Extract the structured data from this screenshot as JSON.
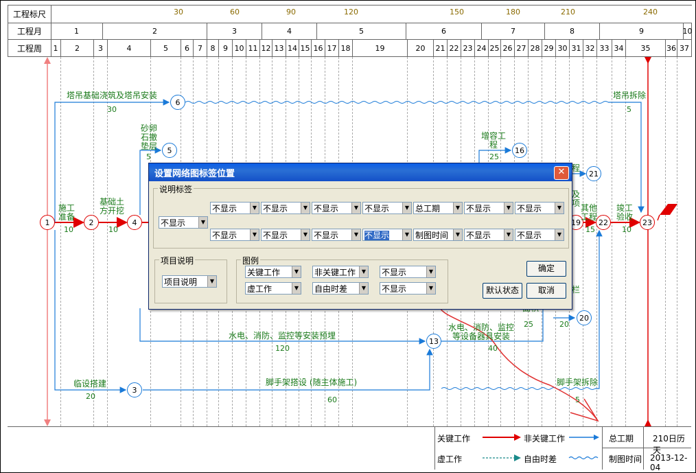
{
  "header": {
    "row1_label": "工程标尺",
    "row2_label": "工程月",
    "row3_label": "工程周",
    "scale_ticks": [
      "30",
      "60",
      "90",
      "120",
      "150",
      "180",
      "210",
      "240"
    ],
    "months": [
      "1",
      "2",
      "3",
      "4",
      "5",
      "6",
      "7",
      "8",
      "9",
      "10"
    ],
    "weeks": [
      "1",
      "2",
      "3",
      "4",
      "5",
      "6",
      "7",
      "8",
      "9",
      "10",
      "11",
      "12",
      "13",
      "14",
      "15",
      "16",
      "17",
      "18",
      "19",
      "20",
      "21",
      "22",
      "23",
      "24",
      "25",
      "26",
      "27",
      "28",
      "29",
      "30",
      "31",
      "32",
      "33",
      "34",
      "35",
      "36",
      "37"
    ]
  },
  "nodes": [
    "1",
    "2",
    "3",
    "4",
    "5",
    "6",
    "13",
    "16",
    "19",
    "20",
    "21",
    "22",
    "23"
  ],
  "activities": {
    "a1_name": "施工\n准备",
    "a1_dur": "10",
    "a2_name": "基础土\n方开挖",
    "a2_dur": "10",
    "a3_name": "塔吊基础浇筑及塔吊安装",
    "a3_dur": "30",
    "a4_name": "砂卵\n石撤\n垫层",
    "a4_dur": "5",
    "a5_name": "塔吊拆除",
    "a5_dur": "5",
    "a6_name": "增容工\n程",
    "a6_dur": "25",
    "a7_name": "其他\n工程",
    "a7_dur": "15",
    "a8_name": "竣工\n验收",
    "a8_dur": "10",
    "a9_name": "水电、消防、监控等安装预埋",
    "a9_dur": "120",
    "a10_name": "水电、消防、监控\n等设备器具安装",
    "a10_dur": "40",
    "a11_name": "临设搭建",
    "a11_dur": "20",
    "a12_name": "脚手架搭设 (随主体施工)",
    "a12_dur": "60",
    "a13_name": "脚手架拆除",
    "a13_dur": "5",
    "p_dur25": "25",
    "p_dur20": "20",
    "p_frag1": "程",
    "p_frag2": "及\n项",
    "p_frag3": "栏",
    "p_frag4": "面积"
  },
  "legend": {
    "critical": "关键工作",
    "noncritical": "非关键工作",
    "virtual": "虚工作",
    "free_float": "自由时差",
    "total_label": "总工期",
    "total_value": "210日历天",
    "date_label": "制图时间",
    "date_value": "2013-12-04"
  },
  "dialog": {
    "title": "设置网络图标签位置",
    "group1": "说明标签",
    "left_select": "不显示",
    "row1": [
      "不显示",
      "不显示",
      "不显示",
      "不显示",
      "总工期",
      "不显示",
      "不显示"
    ],
    "row2": [
      "不显示",
      "不显示",
      "不显示",
      "不显示",
      "制图时间",
      "不显示",
      "不显示"
    ],
    "group2": "项目说明",
    "proj_select": "项目说明",
    "group3": "图例",
    "legend_row1": [
      "关键工作",
      "非关键工作",
      "不显示"
    ],
    "legend_row2": [
      "虚工作",
      "自由时差",
      "不显示"
    ],
    "ok": "确定",
    "default": "默认状态",
    "cancel": "取消"
  },
  "colors": {
    "critical": "#e00000",
    "noncritical": "#1a7ad8",
    "label": "#1a7a1a",
    "annotation": "#e03030"
  }
}
